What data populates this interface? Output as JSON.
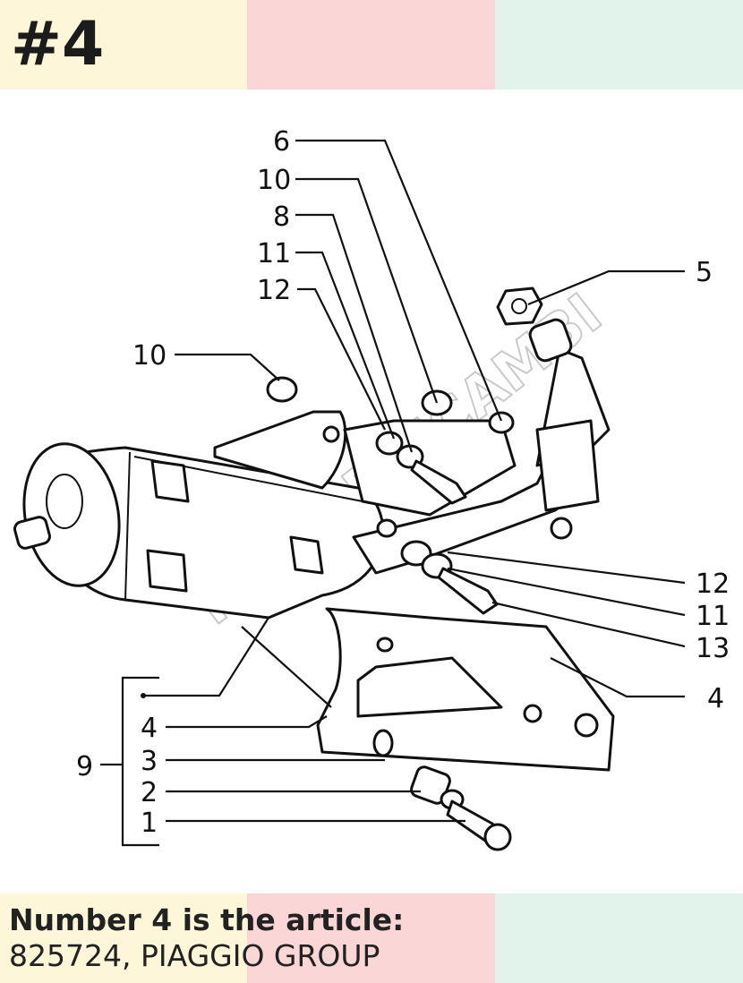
{
  "header": {
    "title": "#4"
  },
  "colors": {
    "band_1": "#fdf6d8",
    "band_2": "#fad7d6",
    "band_3": "#e2f3ec",
    "text": "#222222"
  },
  "diagram": {
    "watermark": "MOTORRICAMBI",
    "callouts": [
      {
        "id": "c6",
        "label": "6"
      },
      {
        "id": "c10a",
        "label": "10"
      },
      {
        "id": "c8",
        "label": "8"
      },
      {
        "id": "c11a",
        "label": "11"
      },
      {
        "id": "c12a",
        "label": "12"
      },
      {
        "id": "c5",
        "label": "5"
      },
      {
        "id": "c10b",
        "label": "10"
      },
      {
        "id": "c12b",
        "label": "12"
      },
      {
        "id": "c11b",
        "label": "11"
      },
      {
        "id": "c13",
        "label": "13"
      },
      {
        "id": "c4a",
        "label": "4"
      },
      {
        "id": "c9",
        "label": "9"
      },
      {
        "id": "c4b",
        "label": "4"
      },
      {
        "id": "c3",
        "label": "3"
      },
      {
        "id": "c2",
        "label": "2"
      },
      {
        "id": "c1",
        "label": "1"
      }
    ]
  },
  "caption": {
    "heading": "Number 4 is the article:",
    "value": "825724, PIAGGIO GROUP"
  }
}
